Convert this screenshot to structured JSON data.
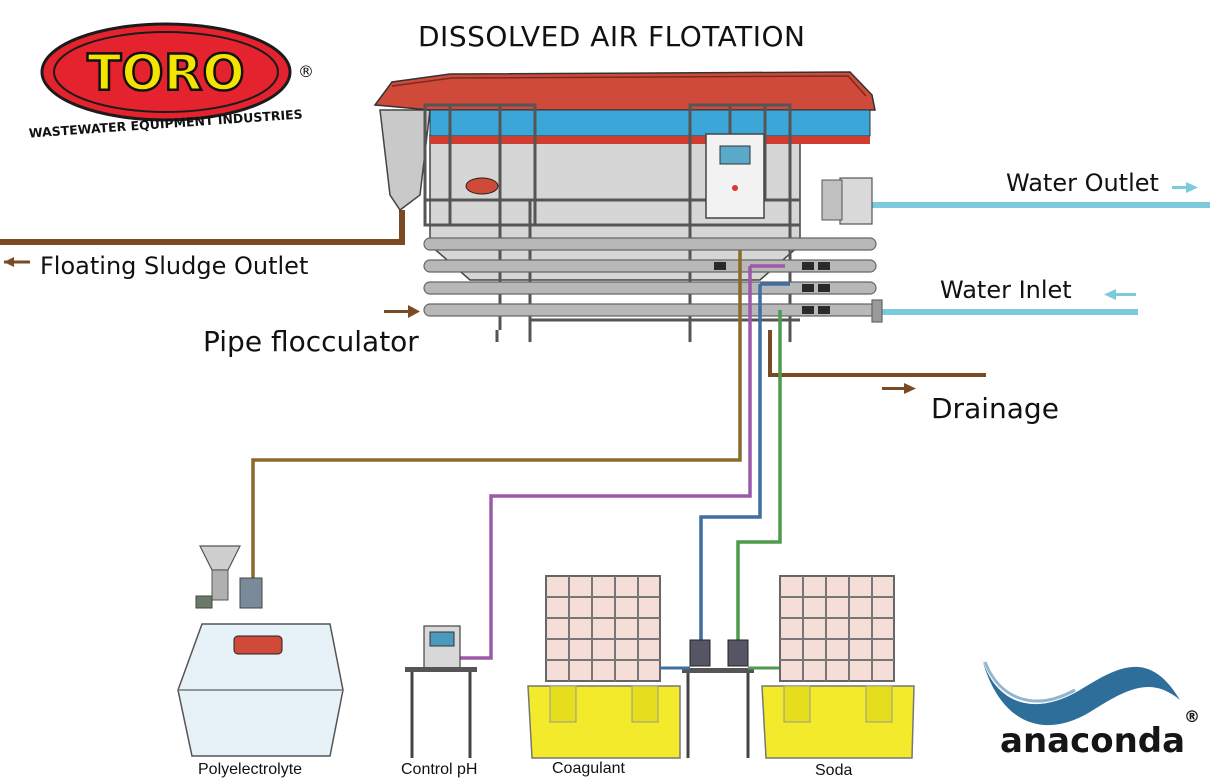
{
  "title": "DISSOLVED AIR FLOTATION",
  "labels": {
    "water_outlet": "Water Outlet",
    "water_inlet": "Water Inlet",
    "floating_sludge_outlet": "Floating Sludge Outlet",
    "pipe_flocculator": "Pipe flocculator",
    "drainage": "Drainage",
    "polyelectrolyte": "Polyelectrolyte",
    "control_ph": "Control pH",
    "coagulant": "Coagulant",
    "soda": "Soda"
  },
  "logos": {
    "toro": {
      "name": "TORO",
      "tagline": "WASTEWATER EQUIPMENT INDUSTRIES",
      "mark": "®",
      "color": "#e5232e"
    },
    "anaconda": {
      "name": "anaconda",
      "mark": "®",
      "color": "#2d6f9a"
    }
  },
  "colors": {
    "sludge_line": "#7a4a22",
    "water_line": "#7ccbdd",
    "polyelectrolyte_line": "#8a6a2a",
    "ph_line": "#9a5aa8",
    "coagulant_line": "#3f6f9f",
    "soda_line": "#4f9a4f",
    "tank_yellow": "#f2ea2a",
    "unit_red": "#d04a3a",
    "unit_blue": "#3aa7d8"
  }
}
